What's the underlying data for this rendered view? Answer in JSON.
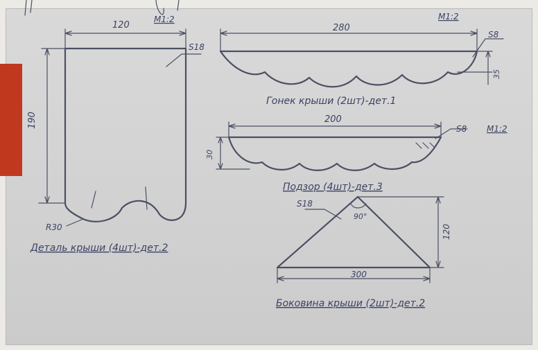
{
  "drawing": {
    "roof_panel": {
      "dim_width": "120",
      "dim_height": "190",
      "dim_thickness": "S18",
      "dim_radius": "R30",
      "scale": "M1:2",
      "caption": "Деталь крыши (4шт)-дет.2"
    },
    "roof_ridge": {
      "dim_length": "280",
      "dim_thickness": "S8",
      "dim_height": "35",
      "scale": "M1:2",
      "caption": "Гонек крыши (2шт)-дет.1"
    },
    "valance": {
      "dim_length": "200",
      "dim_thickness": "S8",
      "dim_height": "30",
      "scale": "M1:2",
      "caption": "Подзор (4шт)-дет.3"
    },
    "roof_side": {
      "dim_base": "300",
      "dim_height": "120",
      "dim_thickness": "S18",
      "angle": "90°",
      "caption": "Боковина крыши (2шт)-дет.2"
    }
  },
  "colors": {
    "paper": "#d6d6d6",
    "pencil": "#4a4f63",
    "accent_red": "#c0391f"
  }
}
